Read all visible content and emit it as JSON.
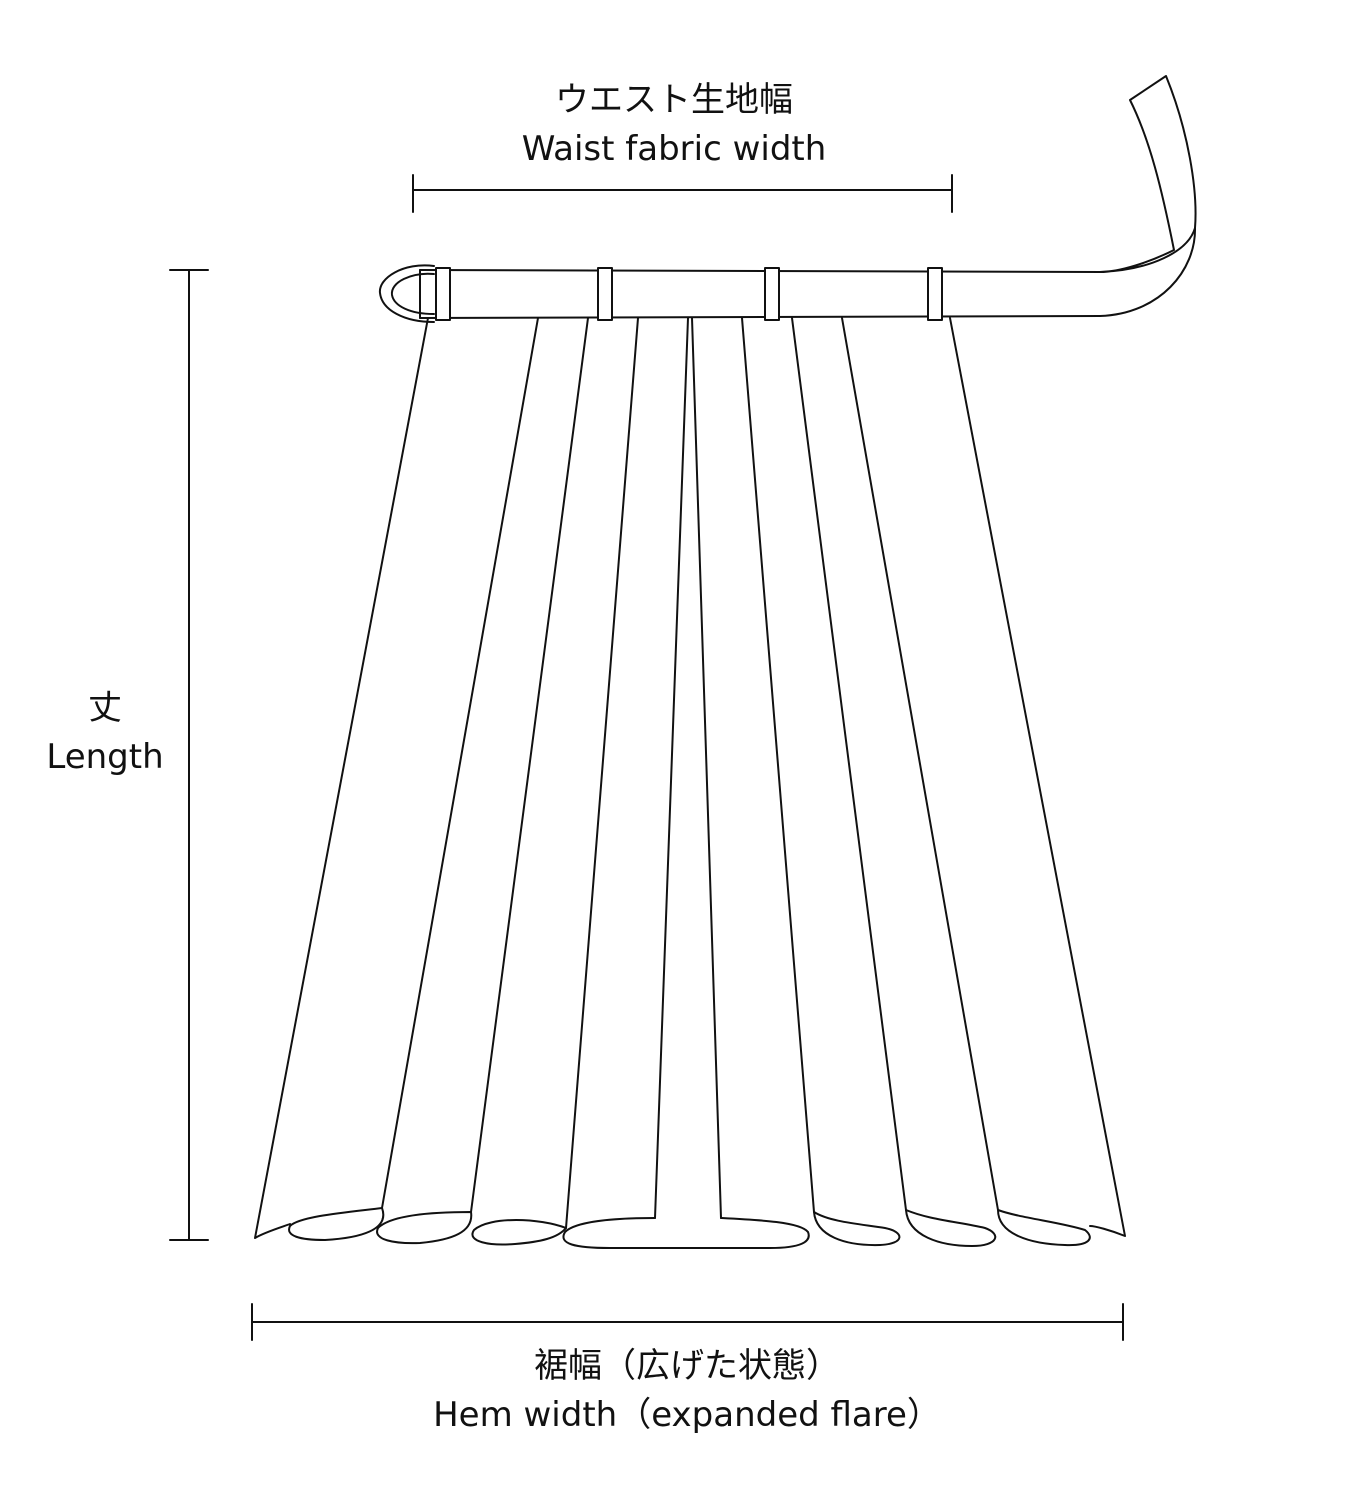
{
  "colors": {
    "line": "#111111",
    "background": "#ffffff"
  },
  "labels": {
    "waist": {
      "jp": "ウエスト生地幅",
      "en": "Waist fabric width"
    },
    "length": {
      "jp": "丈",
      "en": "Length"
    },
    "hem": {
      "jp": "裾幅（広げた状態）",
      "en": "Hem width（expanded flare）"
    }
  }
}
